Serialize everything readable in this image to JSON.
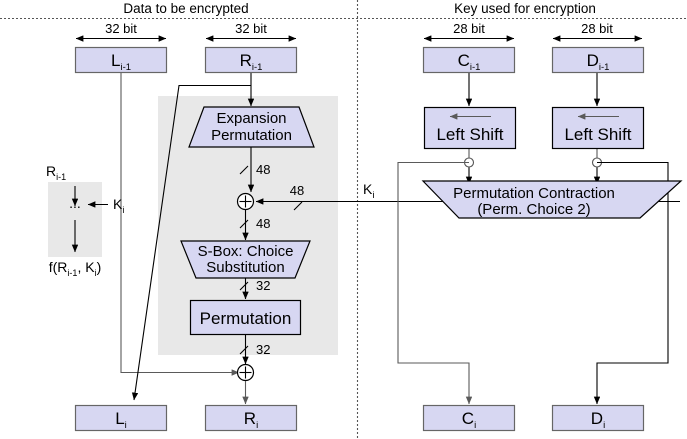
{
  "sections": {
    "left_title": "Data to be encrypted",
    "right_title": "Key used for encryption"
  },
  "bit_labels": {
    "l_prev": "32 bit",
    "r_prev": "32 bit",
    "c_prev": "28 bit",
    "d_prev": "28 bit"
  },
  "registers": {
    "l_prev": {
      "base": "L",
      "sub": "i-1"
    },
    "r_prev": {
      "base": "R",
      "sub": "i-1"
    },
    "c_prev": {
      "base": "C",
      "sub": "i-1"
    },
    "d_prev": {
      "base": "D",
      "sub": "i-1"
    },
    "l_next": {
      "base": "L",
      "sub": "i"
    },
    "r_next": {
      "base": "R",
      "sub": "i"
    },
    "c_next": {
      "base": "C",
      "sub": "i"
    },
    "d_next": {
      "base": "D",
      "sub": "i"
    }
  },
  "blocks": {
    "expansion": {
      "line1": "Expansion",
      "line2": "Permutation"
    },
    "sbox": {
      "line1": "S-Box: Choice",
      "line2": "Substitution"
    },
    "permutation": {
      "label": "Permutation"
    },
    "left_shift_c": {
      "label": "Left Shift"
    },
    "left_shift_d": {
      "label": "Left Shift"
    },
    "perm_contraction": {
      "line1": "Permutation Contraction",
      "line2": "(Perm. Choice 2)"
    }
  },
  "wire_labels": {
    "expansion_out": "48",
    "key_in": "48",
    "xor_out": "48",
    "sbox_out": "32",
    "perm_out": "32",
    "subkey": {
      "base": "K",
      "sub": "i"
    }
  },
  "legend": {
    "input": {
      "base": "R",
      "sub": "i-1"
    },
    "key": {
      "base": "K",
      "sub": "i"
    },
    "ellipsis": "...",
    "output_prefix": "f(R",
    "output_sub1": "i-1",
    "output_mid": ", K",
    "output_sub2": "i",
    "output_suffix": ")"
  },
  "colors": {
    "block_fill": "#d7d7f2",
    "panel_bg": "#e8e8e8",
    "stroke": "#000000"
  }
}
